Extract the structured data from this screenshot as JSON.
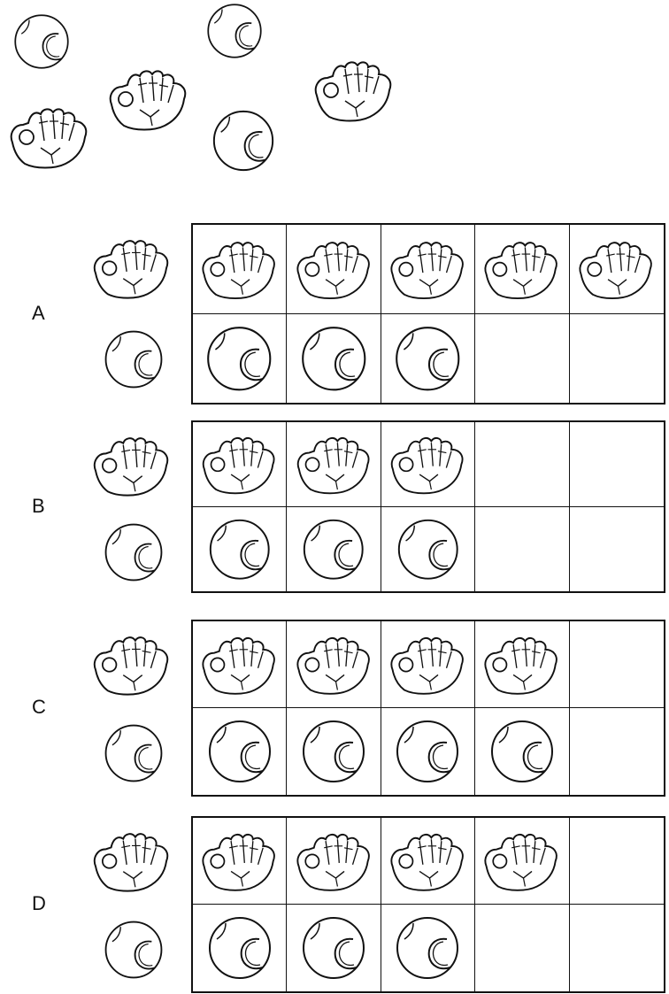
{
  "icons": {
    "glove": "baseball-glove-icon",
    "ball": "baseball-icon"
  },
  "colors": {
    "ink": "#111111",
    "background": "#ffffff"
  },
  "scattered_items": [
    "ball",
    "ball",
    "glove",
    "glove",
    "glove",
    "ball"
  ],
  "options": [
    {
      "letter": "A",
      "gloves": 5,
      "balls": 3,
      "cells_per_row": 5
    },
    {
      "letter": "B",
      "gloves": 3,
      "balls": 3,
      "cells_per_row": 5
    },
    {
      "letter": "C",
      "gloves": 4,
      "balls": 4,
      "cells_per_row": 5
    },
    {
      "letter": "D",
      "gloves": 4,
      "balls": 3,
      "cells_per_row": 5
    }
  ]
}
